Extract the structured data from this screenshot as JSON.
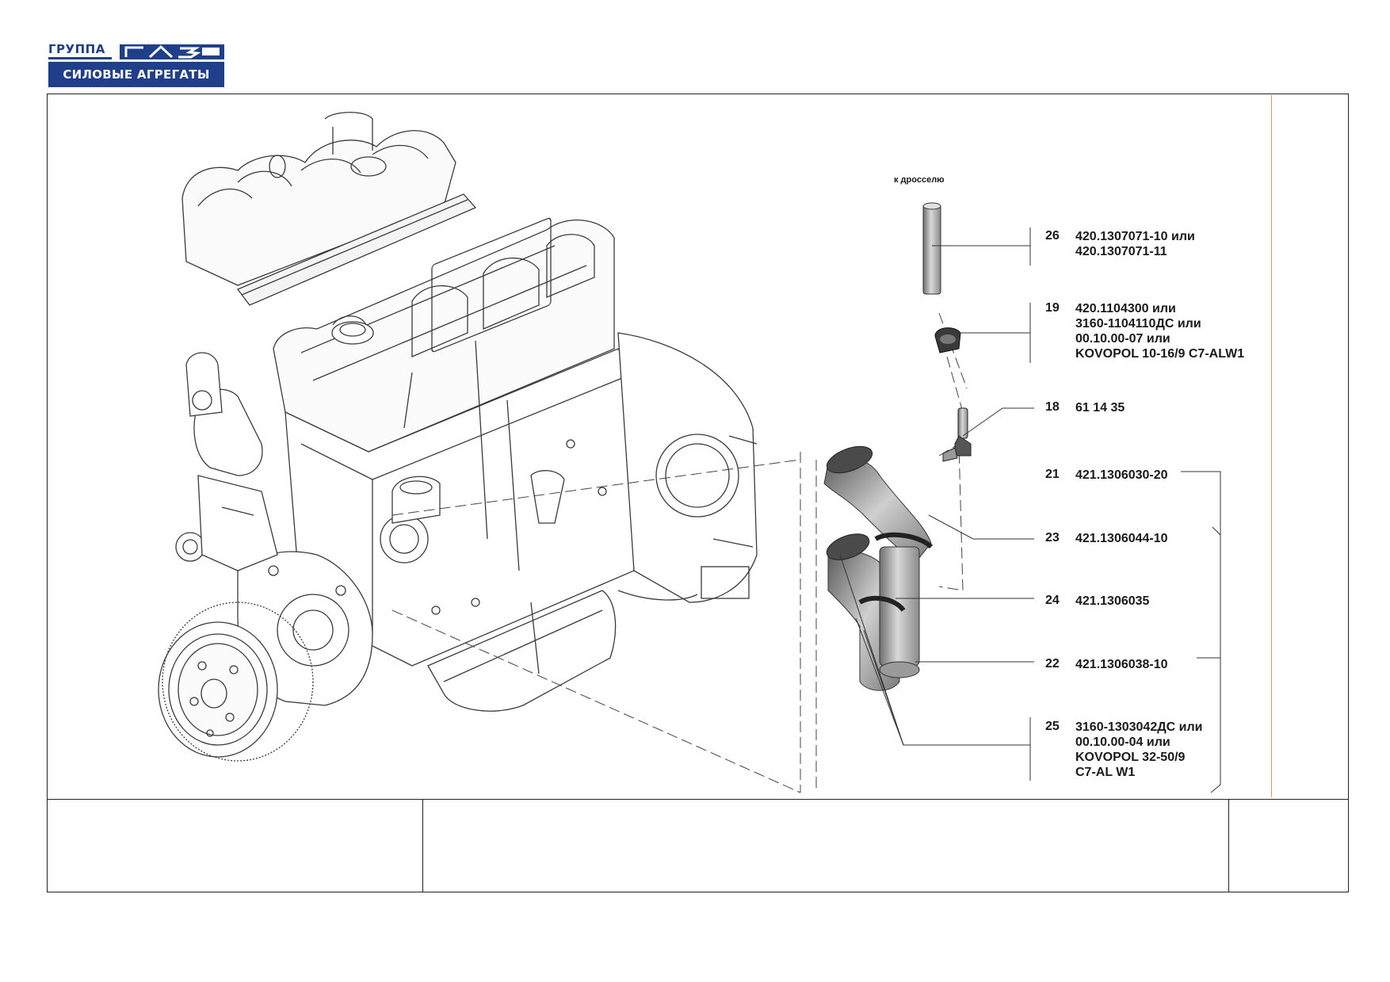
{
  "logo": {
    "group_text": "ГРУППА",
    "brand_text": "ГАЗ",
    "division_text": "СИЛОВЫЕ АГРЕГАТЫ"
  },
  "drawing": {
    "note_to_throttle": "к дросселю"
  },
  "callouts": [
    {
      "number": "26",
      "lines": [
        "420.1307071-10 или",
        "420.1307071-11"
      ]
    },
    {
      "number": "19",
      "lines": [
        "420.1104300 или",
        "3160-1104110ДС или",
        "00.10.00-07 или",
        "KOVOPOL 10-16/9 C7-ALW1"
      ]
    },
    {
      "number": "18",
      "lines": [
        "61 14 35"
      ]
    },
    {
      "number": "21",
      "lines": [
        "421.1306030-20"
      ]
    },
    {
      "number": "23",
      "lines": [
        "421.1306044-10"
      ]
    },
    {
      "number": "24",
      "lines": [
        "421.1306035"
      ]
    },
    {
      "number": "22",
      "lines": [
        "421.1306038-10"
      ]
    },
    {
      "number": "25",
      "lines": [
        "3160-1303042ДС или",
        "00.10.00-04 или",
        "KOVOPOL 32-50/9",
        "C7-AL W1"
      ]
    }
  ]
}
